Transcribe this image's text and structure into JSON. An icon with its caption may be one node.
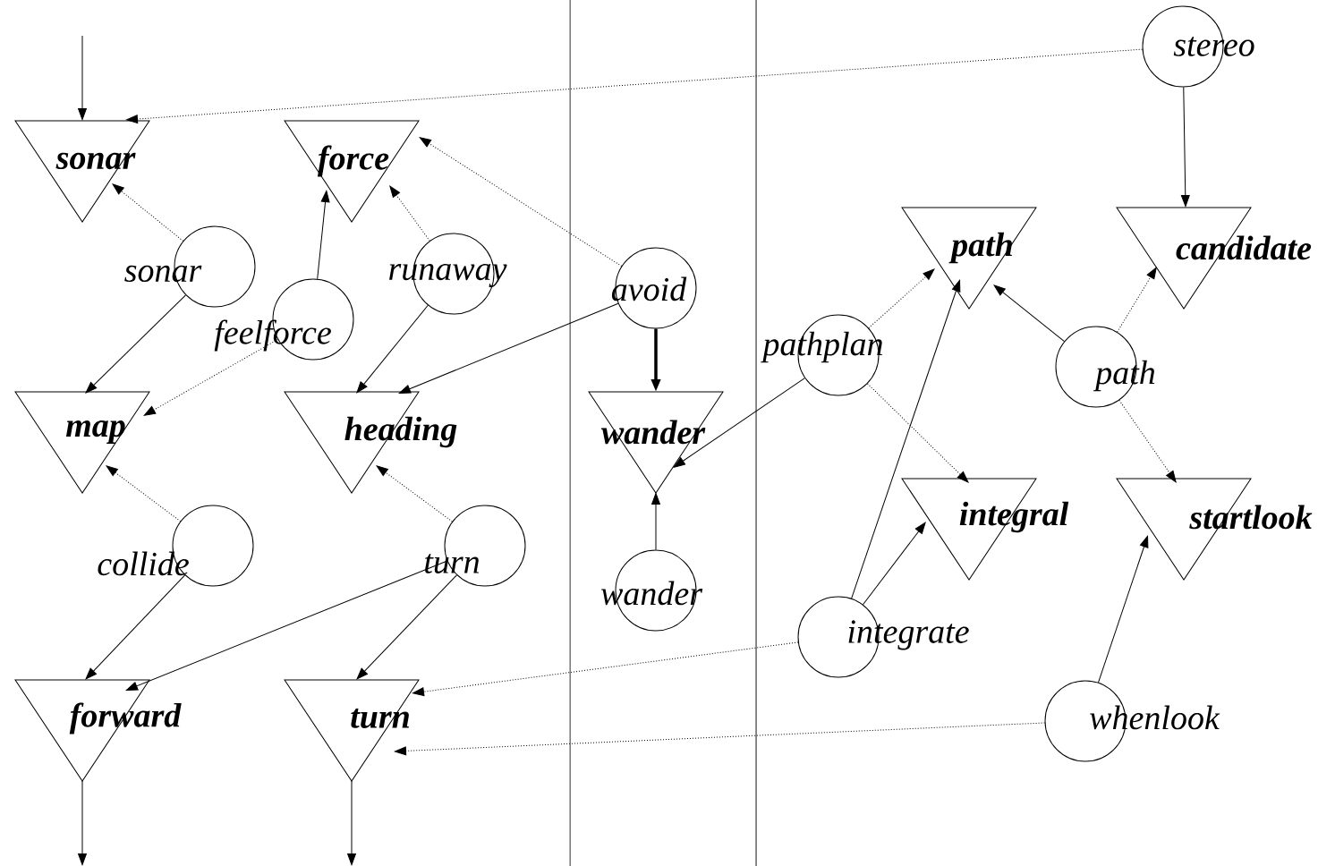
{
  "diagram": {
    "nodes": [
      {
        "text": [
          "stereo"
        ]
      },
      {
        "text": [
          "sonar"
        ]
      },
      {
        "text": [
          "force"
        ]
      },
      {
        "text": [
          "sonar"
        ]
      },
      {
        "text": [
          "feelforce"
        ]
      },
      {
        "text": [
          "runaway"
        ]
      },
      {
        "text": [
          "avoid"
        ]
      },
      {
        "text": [
          "path"
        ]
      },
      {
        "text": [
          "candidate"
        ]
      },
      {
        "text": [
          "pathplan"
        ]
      },
      {
        "text": [
          "path"
        ]
      },
      {
        "text": [
          "map"
        ]
      },
      {
        "text": [
          "heading"
        ]
      },
      {
        "text": [
          "wander"
        ]
      },
      {
        "text": [
          "integral"
        ]
      },
      {
        "text": [
          "startlook"
        ]
      },
      {
        "text": [
          "collide"
        ]
      },
      {
        "text": [
          "turn"
        ]
      },
      {
        "text": [
          "wander"
        ]
      },
      {
        "text": [
          "integrate"
        ]
      },
      {
        "text": [
          "forward"
        ]
      },
      {
        "text": [
          "turn"
        ]
      },
      {
        "text": [
          "whenlook"
        ]
      }
    ],
    "edges": [
      {
        "from": null,
        "to": 1,
        "arrow": "to"
      },
      {
        "from": 0,
        "to": 1,
        "arrow": "to",
        "style": "dashed"
      },
      {
        "from": 0,
        "to": 8,
        "arrow": "to"
      },
      {
        "from": 3,
        "to": 1,
        "arrow": "to",
        "style": "dashed"
      },
      {
        "from": 3,
        "to": 11,
        "arrow": "to"
      },
      {
        "from": 4,
        "to": 2,
        "arrow": "to"
      },
      {
        "from": 4,
        "to": 11,
        "arrow": "to",
        "style": "dashed"
      },
      {
        "from": 5,
        "to": 2,
        "arrow": "to",
        "style": "dashed"
      },
      {
        "from": 5,
        "to": 12,
        "arrow": "to"
      },
      {
        "from": 6,
        "to": 2,
        "arrow": "to",
        "style": "dashed"
      },
      {
        "from": 6,
        "to": 12,
        "arrow": "to"
      },
      {
        "from": 6,
        "to": 13,
        "arrow": "to",
        "style": "thick"
      },
      {
        "from": 16,
        "to": 11,
        "arrow": "to",
        "style": "dashed"
      },
      {
        "from": 16,
        "to": 20,
        "arrow": "to"
      },
      {
        "from": 17,
        "to": 12,
        "arrow": "to",
        "style": "dashed"
      },
      {
        "from": 17,
        "to": 20,
        "arrow": "to"
      },
      {
        "from": 17,
        "to": 21,
        "arrow": "to"
      },
      {
        "from": 18,
        "to": 13,
        "arrow": "to"
      },
      {
        "from": 9,
        "to": 7,
        "arrow": "to",
        "style": "dashed"
      },
      {
        "from": 9,
        "to": 13,
        "arrow": "to"
      },
      {
        "from": 9,
        "to": 14,
        "arrow": "to",
        "style": "dashed"
      },
      {
        "from": 10,
        "to": 7,
        "arrow": "to"
      },
      {
        "from": 10,
        "to": 8,
        "arrow": "to",
        "style": "dashed"
      },
      {
        "from": 10,
        "to": 15,
        "arrow": "to",
        "style": "dashed"
      },
      {
        "from": 19,
        "to": 7,
        "arrow": "to"
      },
      {
        "from": 19,
        "to": 14,
        "arrow": "to"
      },
      {
        "from": 19,
        "to": 21,
        "arrow": "to",
        "style": "dashed"
      },
      {
        "from": 22,
        "to": 15,
        "arrow": "to"
      },
      {
        "from": 22,
        "to": 21,
        "arrow": "to",
        "style": "dashed"
      },
      {
        "from": 20,
        "to": null,
        "arrow": "to"
      },
      {
        "from": 21,
        "to": null,
        "arrow": "to"
      }
    ]
  }
}
